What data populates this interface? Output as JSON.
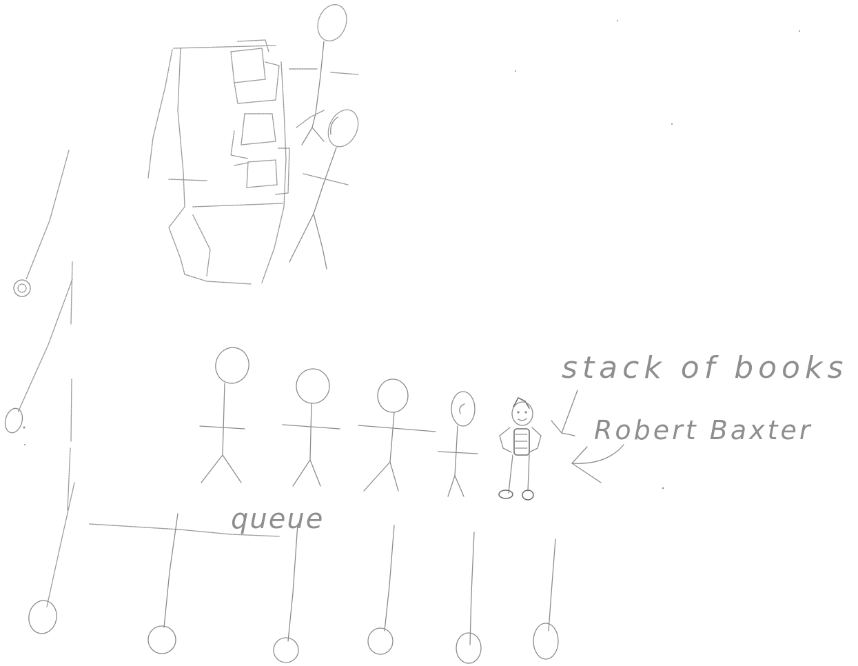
{
  "labels": {
    "stack_of_books": "stack of books",
    "robert_baxter": "Robert Baxter",
    "queue": "queue"
  },
  "colors": {
    "pencil": "#9a9a9a",
    "background": "#ffffff"
  }
}
